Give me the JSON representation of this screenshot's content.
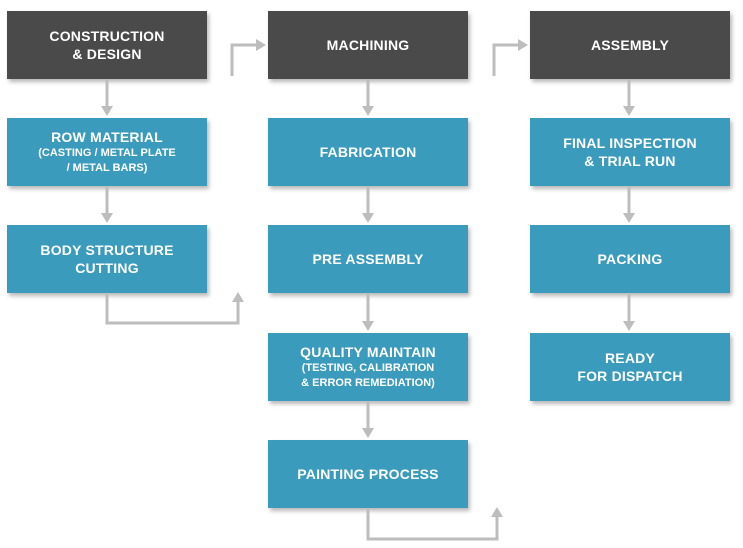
{
  "colors": {
    "header": "#4a4a4a",
    "step": "#3a9bbd",
    "arrow": "#bdbdbd"
  },
  "columns": [
    {
      "header": [
        "CONSTRUCTION",
        "& DESIGN"
      ],
      "steps": [
        {
          "lines": [
            "ROW MATERIAL"
          ],
          "sub": [
            "(CASTING / METAL PLATE",
            "/ METAL BARS)"
          ]
        },
        {
          "lines": [
            "BODY STRUCTURE",
            "CUTTING"
          ],
          "sub": []
        }
      ]
    },
    {
      "header": [
        "MACHINING"
      ],
      "steps": [
        {
          "lines": [
            "FABRICATION"
          ],
          "sub": []
        },
        {
          "lines": [
            "PRE ASSEMBLY"
          ],
          "sub": []
        },
        {
          "lines": [
            "QUALITY MAINTAIN"
          ],
          "sub": [
            "(TESTING, CALIBRATION",
            "& ERROR REMEDIATION)"
          ]
        },
        {
          "lines": [
            "PAINTING PROCESS"
          ],
          "sub": []
        }
      ]
    },
    {
      "header": [
        "ASSEMBLY"
      ],
      "steps": [
        {
          "lines": [
            "FINAL INSPECTION",
            "& TRIAL RUN"
          ],
          "sub": []
        },
        {
          "lines": [
            "PACKING"
          ],
          "sub": []
        },
        {
          "lines": [
            "READY",
            "FOR DISPATCH"
          ],
          "sub": []
        }
      ]
    }
  ]
}
